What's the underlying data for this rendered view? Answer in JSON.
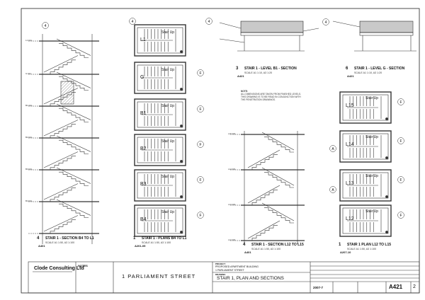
{
  "drawing": {
    "views": [
      {
        "number": "4",
        "title": "STAIR 1 - SECTION B4 TO L1",
        "ref": "A401",
        "scale": "SCALE A1 1:50, A3 1:100"
      },
      {
        "number": "1",
        "title": "STAIR 1 - PLANS B4 TO L1",
        "ref": "A201-05",
        "scale": "SCALE A1 1:50, A3 1:100"
      },
      {
        "number": "3",
        "title": "STAIR 1 - LEVEL B1 - SECTION",
        "ref": "A421",
        "scale": "SCALE A1 1:10, A3 1:20"
      },
      {
        "number": "6",
        "title": "STAIR 1 - LEVEL G - SECTION",
        "ref": "A421",
        "scale": "SCALE A1 1:10, A3 1:20"
      },
      {
        "number": "4",
        "title": "STAIR 1 - SECTION L12 TO L15",
        "ref": "A401",
        "scale": "SCALE A1 1:50, A3 1:100"
      },
      {
        "number": "1",
        "title": "STAIR 1 PLAN L12 TO L15",
        "ref": "A207-10",
        "scale": "SCALE A1 1:50, A3 1:100"
      }
    ],
    "rooms_left": [
      "L1",
      "G",
      "B1",
      "B2",
      "B3",
      "B4"
    ],
    "rooms_right": [
      "L15",
      "L14",
      "L13",
      "L12"
    ],
    "stair_label": "Stair Up",
    "levels_left": [
      "L1 FFL",
      "G FFL",
      "B1 FFL",
      "B2 FFL",
      "B3 FFL",
      "B4 FFL"
    ],
    "levels_right": [
      "L15 FFL",
      "L14 FFL",
      "L13 FFL",
      "L12 FFL"
    ],
    "note_title": "NOTE:",
    "note_lines": [
      "ALL DIMENSIONS ARE TAKEN FROM FINISHED LEVELS.",
      "THIS DRAWING IS TO BE READ IN CONJUNCTION WITH",
      "THE PENETRATION DRAWINGS."
    ]
  },
  "title_block": {
    "company": "Clode Consulting Ltd",
    "notes_label": "NOTES",
    "street": "1 PARLIAMENT STREET",
    "project_label": "PROJECT",
    "project": "PROPOSED APARTMENT BUILDING",
    "project_address": "1 PARLIAMENT STREET",
    "drawing_label": "DRAWING",
    "drawing_title": "STAIR 1, PLAN AND SECTIONS",
    "job_no": "2007-7",
    "sheet_no": "A421",
    "revision": "2"
  }
}
